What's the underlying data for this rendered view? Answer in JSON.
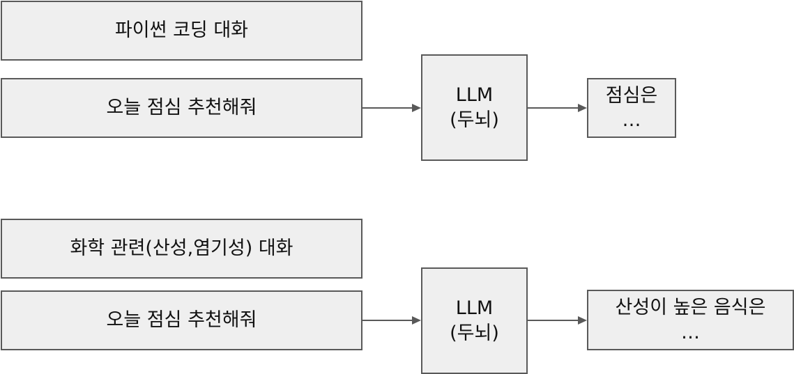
{
  "scenario1": {
    "context_label": "파이썬 코딩 대화",
    "prompt_label": "오늘 점심 추천해줘",
    "llm_label": "LLM",
    "llm_sublabel": "(두뇌)",
    "output_label_line1": "점심은",
    "output_label_line2": "…"
  },
  "scenario2": {
    "context_label": "화학 관련(산성,염기성) 대화",
    "prompt_label": "오늘 점심 추천해줘",
    "llm_label": "LLM",
    "llm_sublabel": "(두뇌)",
    "output_label_line1": "산성이 높은 음식은",
    "output_label_line2": "…"
  },
  "colors": {
    "box_fill": "#efefef",
    "box_border": "#595959",
    "arrow": "#595959"
  }
}
